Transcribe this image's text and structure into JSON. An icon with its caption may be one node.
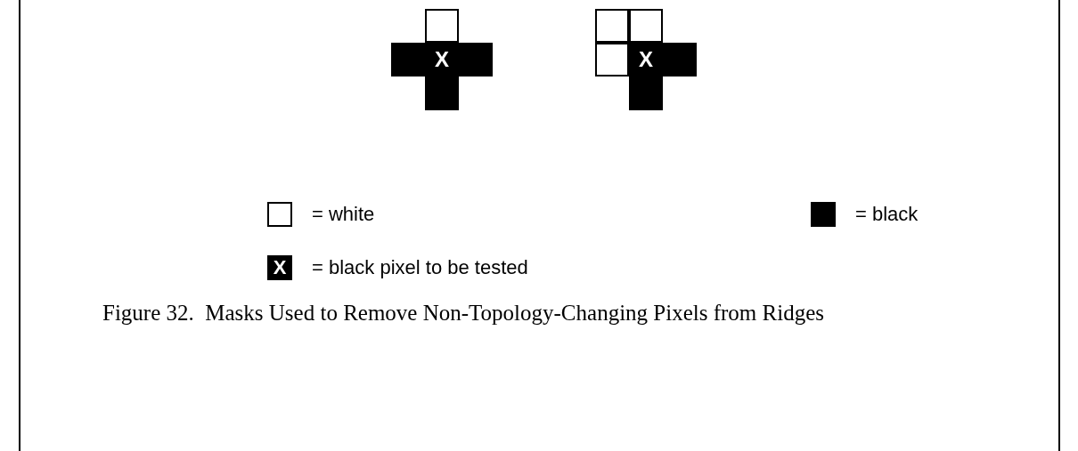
{
  "diagram": {
    "caption": "Figure 32.  Masks Used to Remove Non-Topology-Changing Pixels from Ridges",
    "labels": [
      "X",
      "X",
      "X"
    ],
    "legend": [
      {
        "text": "= white",
        "color": "#ffffff"
      },
      {
        "text": "= black",
        "color": "#000000"
      },
      {
        "text": "= black pixel to be tested"
      }
    ]
  }
}
